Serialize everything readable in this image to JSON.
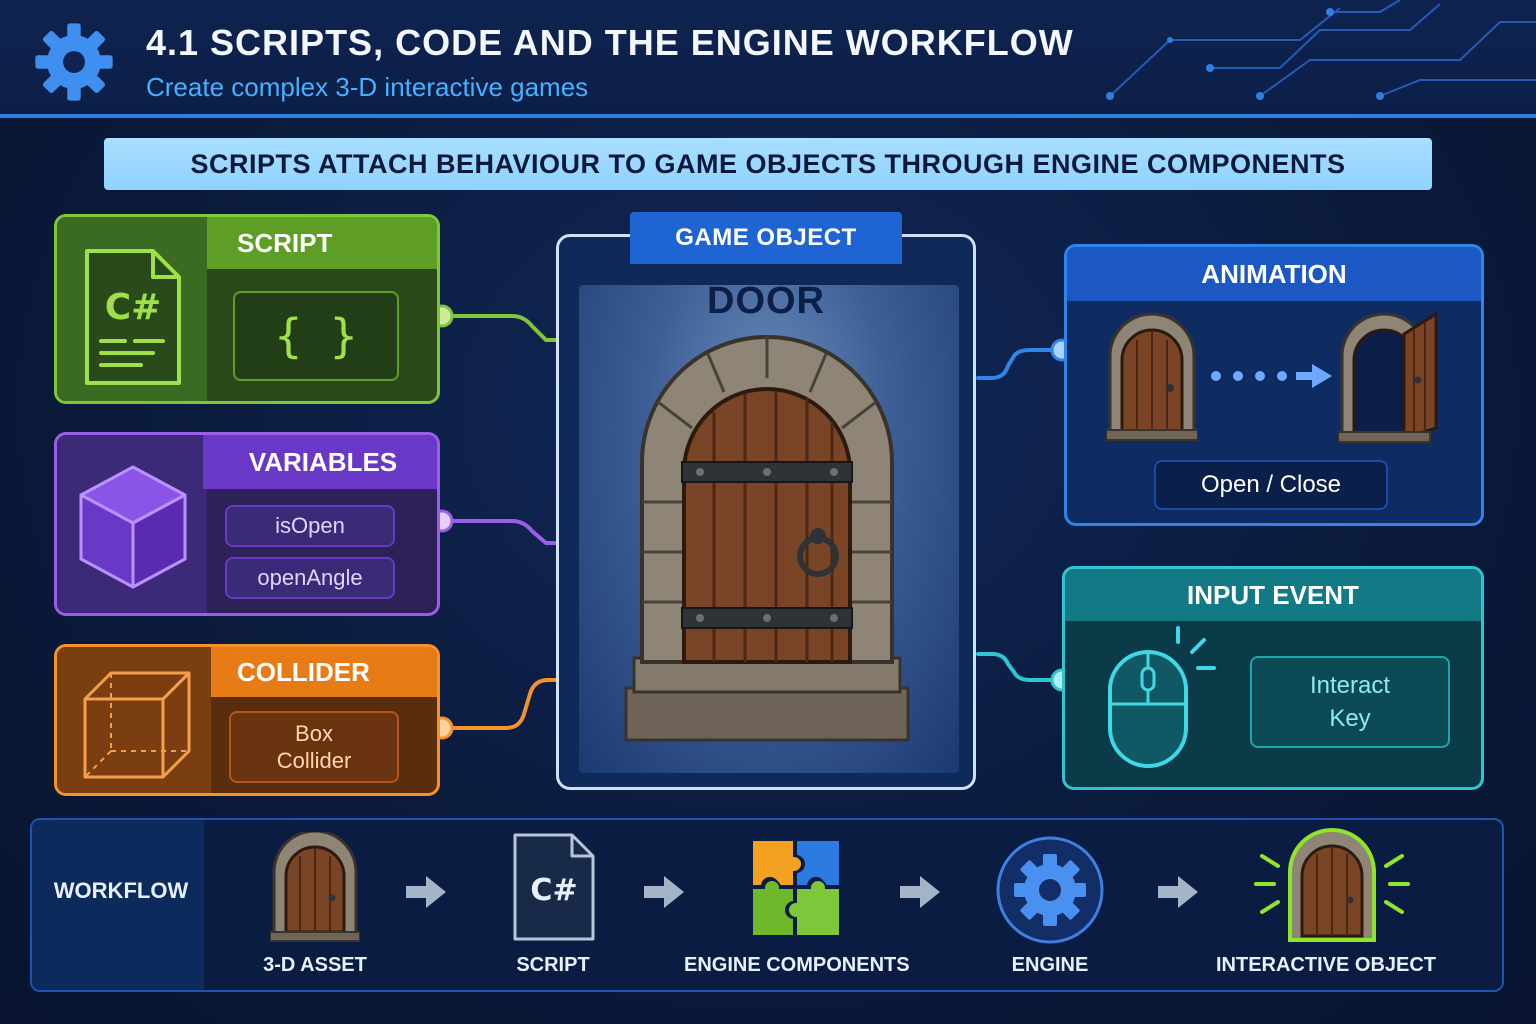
{
  "header": {
    "title": "4.1  SCRIPTS, CODE AND THE ENGINE WORKFLOW",
    "subtitle": "Create complex 3-D interactive games",
    "icon": "gear-icon"
  },
  "banner": "SCRIPTS ATTACH BEHAVIOUR TO GAME OBJECTS THROUGH ENGINE COMPONENTS",
  "script_card": {
    "title": "SCRIPT",
    "file_label": "C#",
    "code_glyph": "{ }",
    "accent": "#7ec63a"
  },
  "variables_card": {
    "title": "VARIABLES",
    "items": [
      "isOpen",
      "openAngle"
    ],
    "accent": "#9a5fe6"
  },
  "collider_card": {
    "title": "COLLIDER",
    "value_line1": "Box",
    "value_line2": "Collider",
    "accent": "#f4922c"
  },
  "game_object": {
    "tab": "GAME OBJECT",
    "name": "DOOR"
  },
  "animation_card": {
    "title": "ANIMATION",
    "state": "Open / Close",
    "accent": "#2f86ea"
  },
  "input_card": {
    "title": "INPUT EVENT",
    "key_line1": "Interact",
    "key_line2": "Key",
    "accent": "#2fc6d2"
  },
  "workflow": {
    "label": "WORKFLOW",
    "steps": [
      {
        "label": "3-D ASSET",
        "icon": "door-icon"
      },
      {
        "label": "SCRIPT",
        "icon": "csharp-file-icon",
        "icon_text": "C#"
      },
      {
        "label": "ENGINE COMPONENTS",
        "icon": "puzzle-icon"
      },
      {
        "label": "ENGINE",
        "icon": "gear-icon"
      },
      {
        "label": "INTERACTIVE OBJECT",
        "icon": "glowing-door-icon"
      }
    ]
  }
}
